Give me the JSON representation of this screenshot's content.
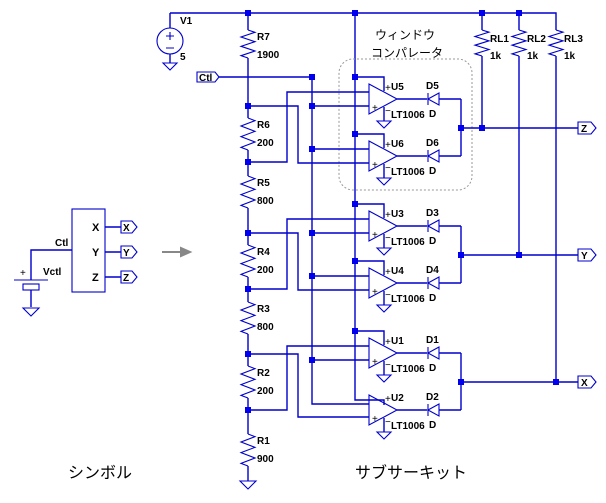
{
  "captions": {
    "symbol": "シンボル",
    "subcircuit": "サブサーキット",
    "window_comparator_line1": "ウィンドウ",
    "window_comparator_line2": "コンパレータ"
  },
  "symbol_block": {
    "pins": [
      "X",
      "Y",
      "Z"
    ],
    "input_pin": "Ctl",
    "source_name": "Vctl",
    "outputs": [
      "X",
      "Y",
      "Z"
    ]
  },
  "supply": {
    "name": "V1",
    "value": "5"
  },
  "ctl_port": "Ctl",
  "resistors": [
    {
      "name": "R7",
      "value": "1900"
    },
    {
      "name": "R6",
      "value": "200"
    },
    {
      "name": "R5",
      "value": "800"
    },
    {
      "name": "R4",
      "value": "200"
    },
    {
      "name": "R3",
      "value": "800"
    },
    {
      "name": "R2",
      "value": "200"
    },
    {
      "name": "R1",
      "value": "900"
    }
  ],
  "pullups": [
    {
      "name": "RL1",
      "value": "1k"
    },
    {
      "name": "RL2",
      "value": "1k"
    },
    {
      "name": "RL3",
      "value": "1k"
    }
  ],
  "opamps": [
    {
      "name": "U5",
      "model": "LT1006"
    },
    {
      "name": "U6",
      "model": "LT1006"
    },
    {
      "name": "U3",
      "model": "LT1006"
    },
    {
      "name": "U4",
      "model": "LT1006"
    },
    {
      "name": "U1",
      "model": "LT1006"
    },
    {
      "name": "U2",
      "model": "LT1006"
    }
  ],
  "diodes": [
    {
      "name": "D5",
      "model": "D"
    },
    {
      "name": "D6",
      "model": "D"
    },
    {
      "name": "D3",
      "model": "D"
    },
    {
      "name": "D4",
      "model": "D"
    },
    {
      "name": "D1",
      "model": "D"
    },
    {
      "name": "D2",
      "model": "D"
    }
  ],
  "out_ports": [
    "Z",
    "Y",
    "X"
  ],
  "colors": {
    "wire": "#0000cc",
    "junction": "#0000ee",
    "annotation": "#999999",
    "arrow": "#888888"
  }
}
